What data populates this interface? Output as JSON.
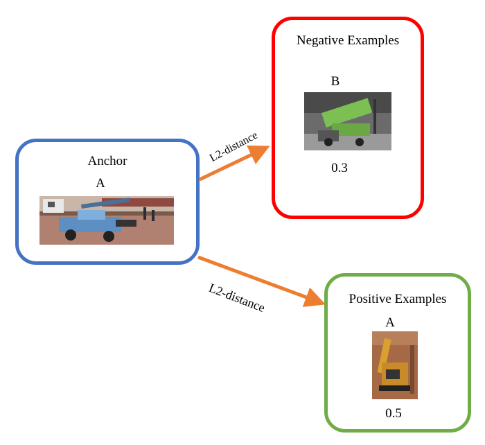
{
  "anchor": {
    "title": "Anchor",
    "id_label": "A",
    "border_color": "#4472c4"
  },
  "negative": {
    "title": "Negative Examples",
    "id_label": "B",
    "score": "0.3",
    "border_color": "#ff0000"
  },
  "positive": {
    "title": "Positive Examples",
    "id_label": "A",
    "score": "0.5",
    "border_color": "#70ad47"
  },
  "edges": {
    "to_negative": "L2-distance",
    "to_positive": "L2-distance",
    "arrow_color": "#ed7d31"
  }
}
